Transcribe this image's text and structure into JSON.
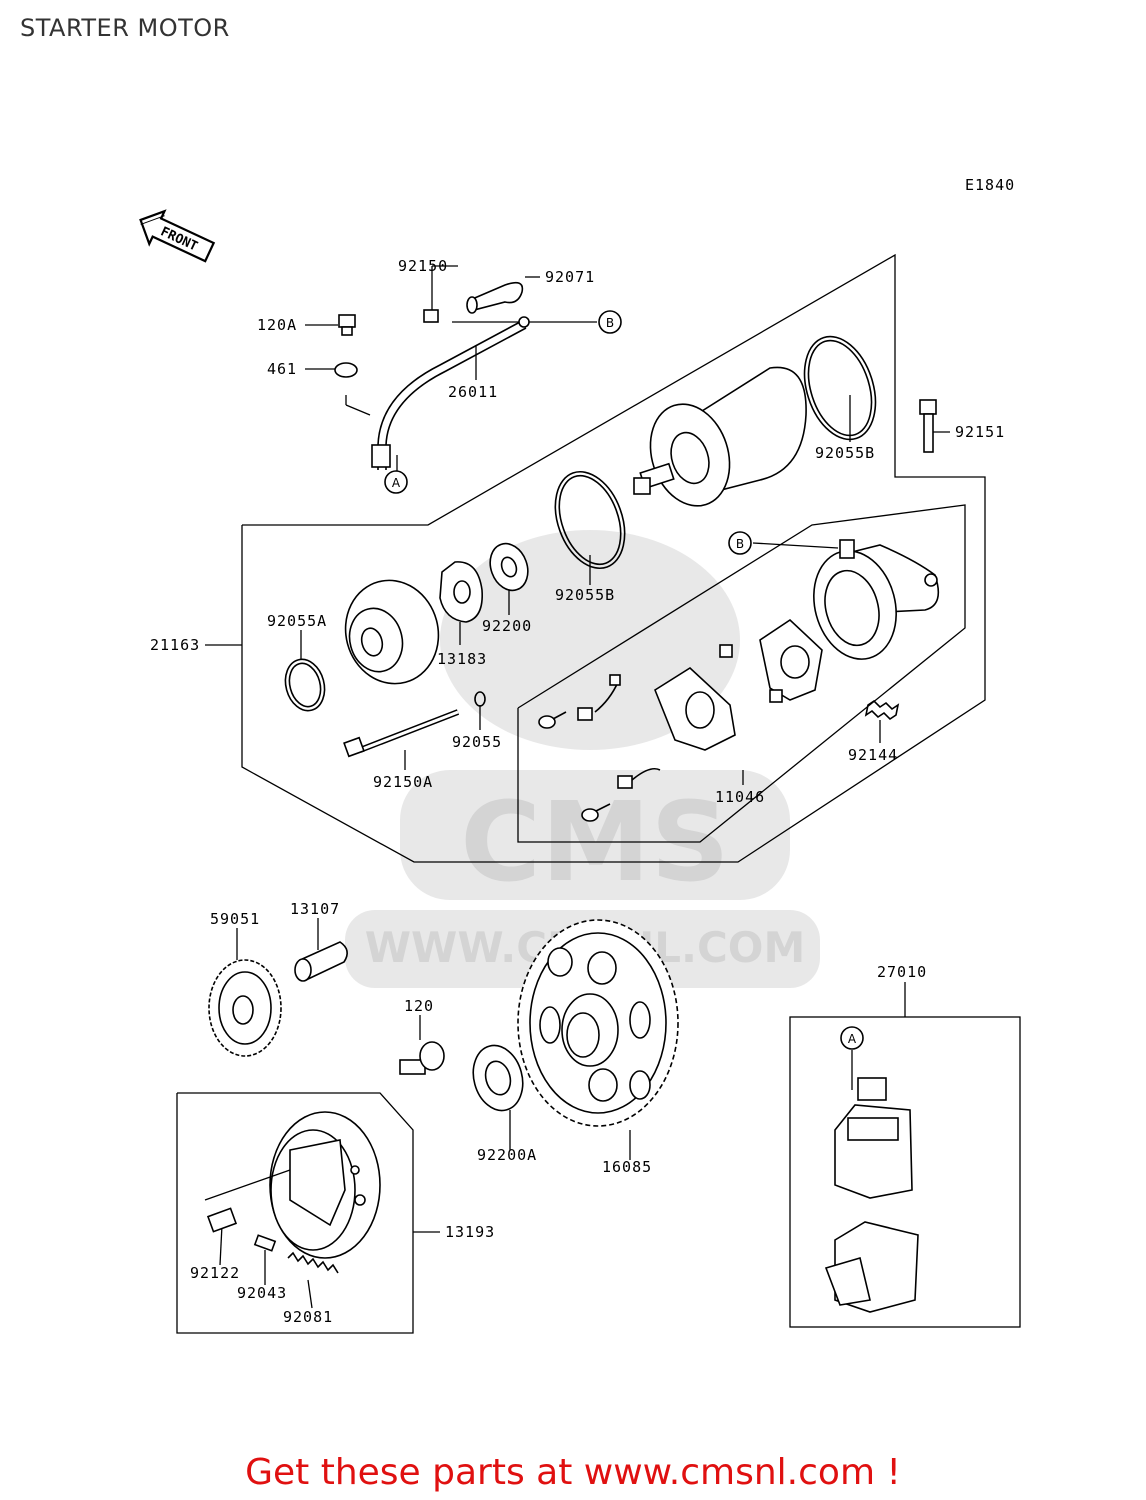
{
  "title": "STARTER MOTOR",
  "diagram_code": "E1840",
  "front_label": "FRONT",
  "watermark": {
    "logo": "CMS",
    "url": "WWW.CMSNL.COM"
  },
  "callouts": {
    "a": "A",
    "b": "B"
  },
  "parts": {
    "p92150": "92150",
    "p92071": "92071",
    "p120A": "120A",
    "p461": "461",
    "p26011": "26011",
    "p92055B_top": "92055B",
    "p92151": "92151",
    "p92055B_mid": "92055B",
    "p92055A": "92055A",
    "p92200": "92200",
    "p21163": "21163",
    "p13183": "13183",
    "p92055": "92055",
    "p92150A": "92150A",
    "p92144": "92144",
    "p11046": "11046",
    "p59051": "59051",
    "p13107": "13107",
    "p120": "120",
    "p27010": "27010",
    "p92200A": "92200A",
    "p16085": "16085",
    "p13193": "13193",
    "p92122": "92122",
    "p92043": "92043",
    "p92081": "92081"
  },
  "promo_text": "Get these parts at www.cmsnl.com !"
}
